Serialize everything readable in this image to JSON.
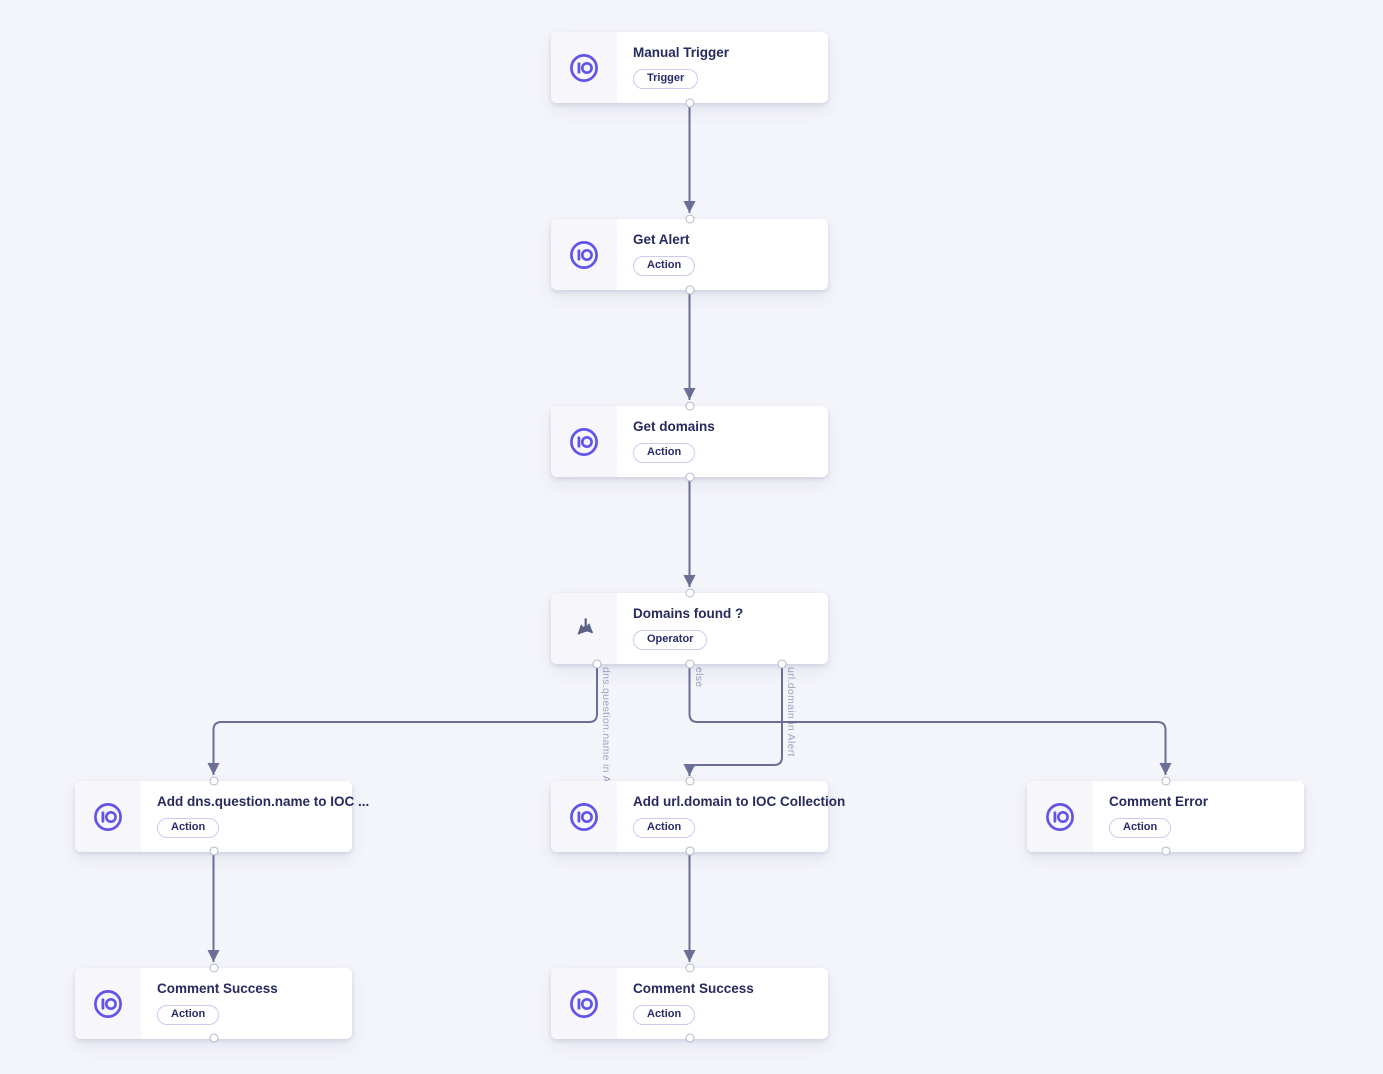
{
  "canvas": {
    "type": "workflow-playbook-editor",
    "colors": {
      "background": "#f4f5fa",
      "card": "#ffffff",
      "icon_cell": "#f6f6fb",
      "accent_logo": "#6254e9",
      "title_text": "#262a5e",
      "badge_border": "#cbcbef",
      "badge_text": "#282c6a",
      "edge_line": "#6b6f96",
      "edge_label_text": "#a0a3c0",
      "operator_icon": "#5d6186"
    }
  },
  "nodes": [
    {
      "id": "manual-trigger",
      "title": "Manual Trigger",
      "badge": "Trigger",
      "icon": "sekoia-io-logo"
    },
    {
      "id": "get-alert",
      "title": "Get Alert",
      "badge": "Action",
      "icon": "sekoia-io-logo"
    },
    {
      "id": "get-domains",
      "title": "Get domains",
      "badge": "Action",
      "icon": "sekoia-io-logo"
    },
    {
      "id": "domains-found",
      "title": "Domains found ?",
      "badge": "Operator",
      "icon": "branch-split-icon"
    },
    {
      "id": "add-dns-to-ioc",
      "title": "Add dns.question.name to IOC ...",
      "badge": "Action",
      "icon": "sekoia-io-logo"
    },
    {
      "id": "add-url-to-ioc",
      "title": "Add url.domain to IOC Collection",
      "badge": "Action",
      "icon": "sekoia-io-logo"
    },
    {
      "id": "comment-error",
      "title": "Comment Error",
      "badge": "Action",
      "icon": "sekoia-io-logo"
    },
    {
      "id": "comment-success-left",
      "title": "Comment Success",
      "badge": "Action",
      "icon": "sekoia-io-logo"
    },
    {
      "id": "comment-success-mid",
      "title": "Comment Success",
      "badge": "Action",
      "icon": "sekoia-io-logo"
    }
  ],
  "edges": [
    {
      "from": "manual-trigger",
      "to": "get-alert",
      "label": ""
    },
    {
      "from": "get-alert",
      "to": "get-domains",
      "label": ""
    },
    {
      "from": "get-domains",
      "to": "domains-found",
      "label": ""
    },
    {
      "from": "domains-found",
      "to": "add-dns-to-ioc",
      "label": "dns.question.name in Alert"
    },
    {
      "from": "domains-found",
      "to": "comment-error",
      "label": "else"
    },
    {
      "from": "domains-found",
      "to": "add-url-to-ioc",
      "label": "url.domain in Alert"
    },
    {
      "from": "add-dns-to-ioc",
      "to": "comment-success-left",
      "label": ""
    },
    {
      "from": "add-url-to-ioc",
      "to": "comment-success-mid",
      "label": ""
    }
  ]
}
